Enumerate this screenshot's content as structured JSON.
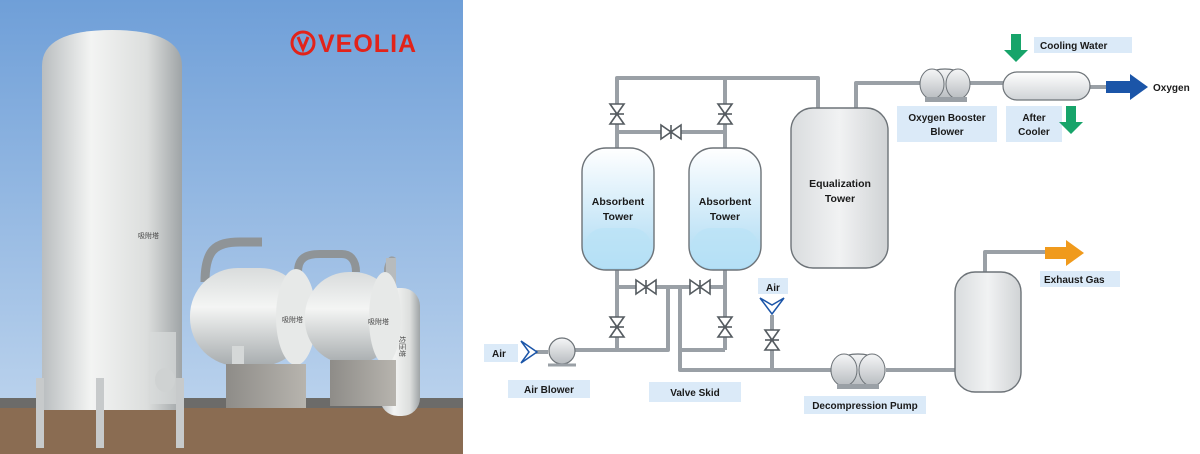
{
  "photo": {
    "brand": "VEOLIA",
    "vessel_markings": [
      "吸附塔",
      "吸附塔",
      "吸附塔",
      "均压塔"
    ]
  },
  "diagram": {
    "absorbent_tower_1": [
      "Absorbent",
      "Tower"
    ],
    "absorbent_tower_2": [
      "Absorbent",
      "Tower"
    ],
    "equalization_tower": [
      "Equalization",
      "Tower"
    ],
    "oxygen_booster_blower": [
      "Oxygen Booster",
      "Blower"
    ],
    "after_cooler": [
      "After",
      "Cooler"
    ],
    "cooling_water": "Cooling Water",
    "oxygen": "Oxygen",
    "exhaust_gas": "Exhaust Gas",
    "air_inlet": "Air",
    "air_inlet_2": "Air",
    "air_blower": "Air Blower",
    "valve_skid": "Valve Skid",
    "decompression_pump": "Decompression Pump"
  },
  "colors": {
    "sky_top": "#6f9fd8",
    "sky_bottom": "#b7d1ee",
    "brand_red": "#e2231a",
    "pipe": "#9aa0a6",
    "label_bg": "#dbeaf8",
    "water_blue": "#bfe3f7",
    "oxygen_arrow": "#1b55a8",
    "cooling_arrow": "#17a46a",
    "exhaust_arrow": "#f09a1c"
  }
}
